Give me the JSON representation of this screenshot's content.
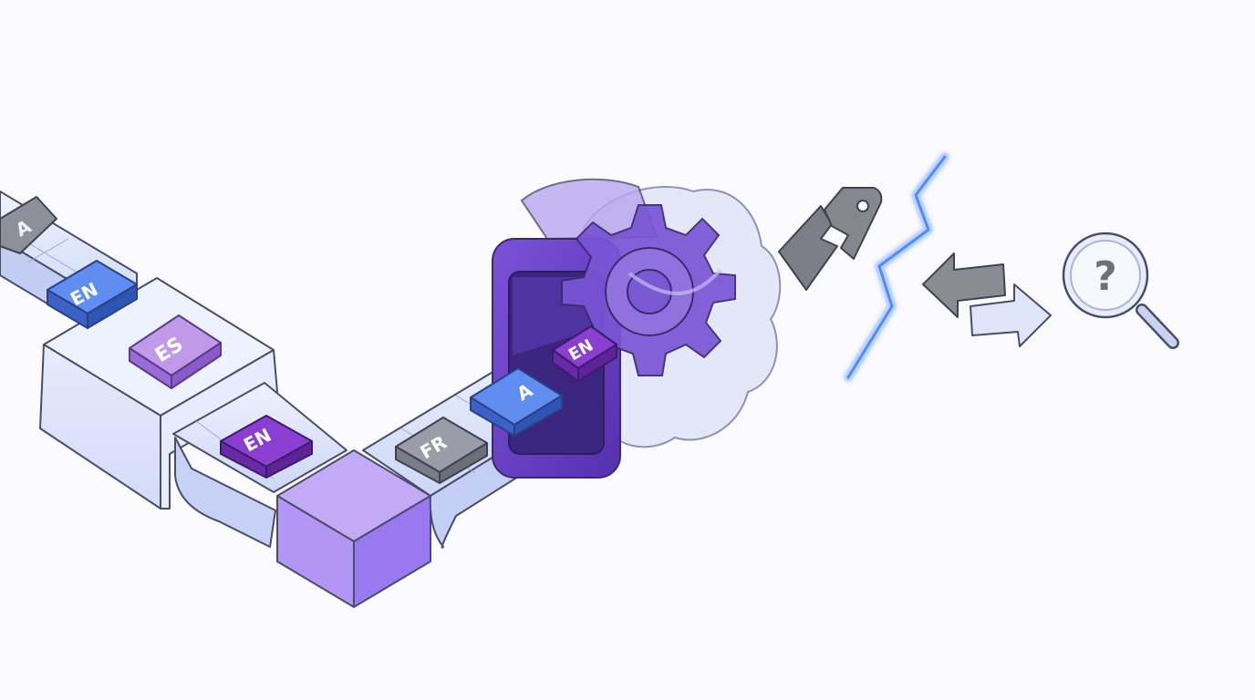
{
  "colors": {
    "background": "#fbfbfe",
    "belt": "#dfe6fb",
    "belt_dark": "#c6d1f3",
    "outline": "#4a4d6a",
    "lang_blue": "#4f7fe6",
    "lang_purple": "#8a3fd0",
    "lang_violet": "#b98ce8",
    "lang_gray": "#8d9099",
    "machine": "#6a3fc8",
    "machine_dark": "#4b2a9a",
    "gear_ghost": "#cfd6f1",
    "cube": "#a98cf3",
    "spark": "#4f8cf7",
    "icon_gray": "#7d7f88"
  },
  "tiles": [
    {
      "id": "tile-top-gray",
      "text": "A",
      "color": "gray"
    },
    {
      "id": "tile-en-1",
      "text": "EN",
      "color": "blue"
    },
    {
      "id": "tile-es",
      "text": "ES",
      "color": "violet"
    },
    {
      "id": "tile-en-2",
      "text": "EN",
      "color": "purple"
    },
    {
      "id": "tile-fr",
      "text": "FR",
      "color": "gray"
    },
    {
      "id": "tile-a-blue",
      "text": "A",
      "color": "blue"
    },
    {
      "id": "tile-en-3",
      "text": "EN",
      "color": "purple"
    }
  ],
  "icons": {
    "broken_tag": "broken-tag-icon",
    "lightning": "lightning-icon",
    "arrows": "swap-arrows-icon",
    "question": "question-magnifier-icon",
    "gear": "gear-icon",
    "question_mark": "?"
  }
}
